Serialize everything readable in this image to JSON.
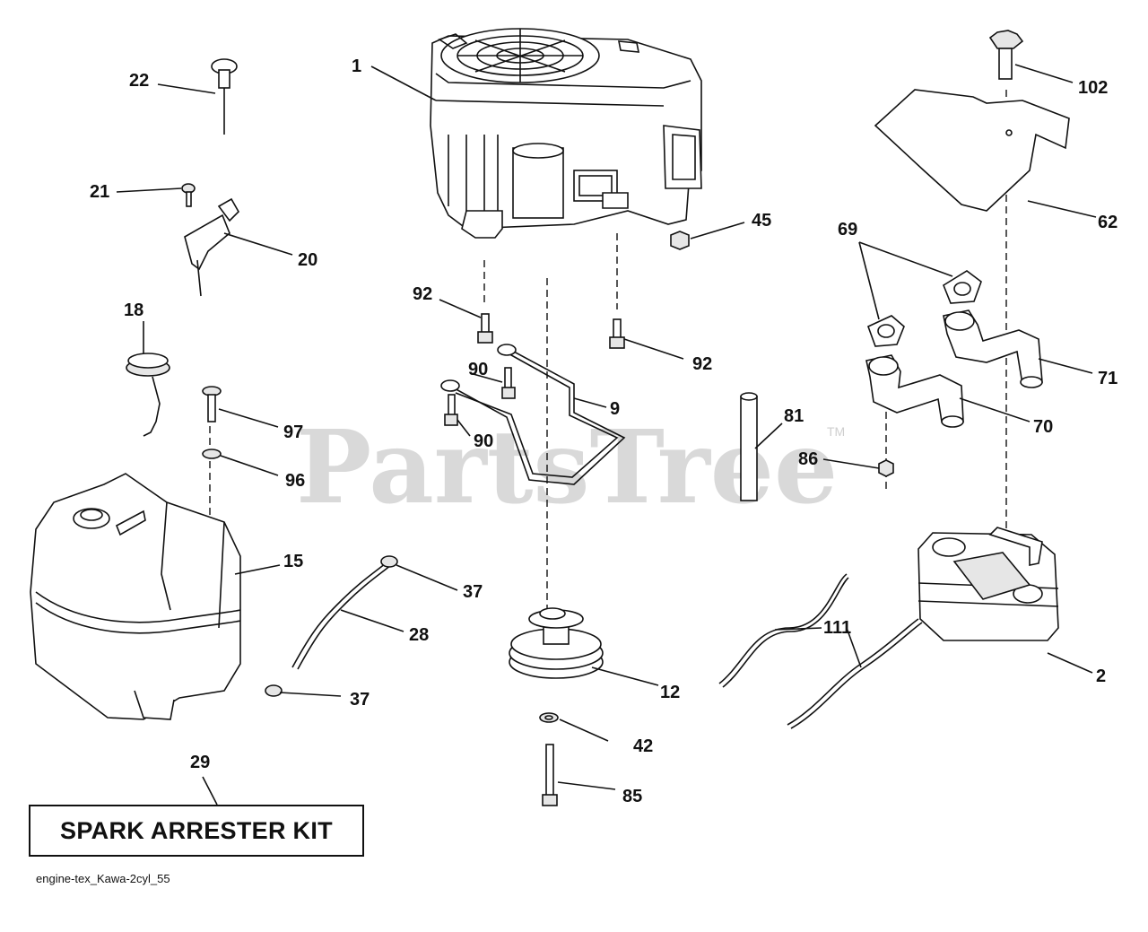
{
  "watermark": {
    "brand": "PartsTree",
    "mark": "TM"
  },
  "kit": {
    "label": "SPARK ARRESTER KIT"
  },
  "caption": {
    "text": "engine-tex_Kawa-2cyl_55"
  },
  "callouts": {
    "c1": "1",
    "c2": "2",
    "c9": "9",
    "c12": "12",
    "c15": "15",
    "c18": "18",
    "c20": "20",
    "c21": "21",
    "c22": "22",
    "c28": "28",
    "c29": "29",
    "c37a": "37",
    "c37b": "37",
    "c42": "42",
    "c45": "45",
    "c62": "62",
    "c69": "69",
    "c70": "70",
    "c71": "71",
    "c81": "81",
    "c85": "85",
    "c86": "86",
    "c90a": "90",
    "c90b": "90",
    "c92a": "92",
    "c92b": "92",
    "c96": "96",
    "c97": "97",
    "c102": "102",
    "c111": "111"
  }
}
